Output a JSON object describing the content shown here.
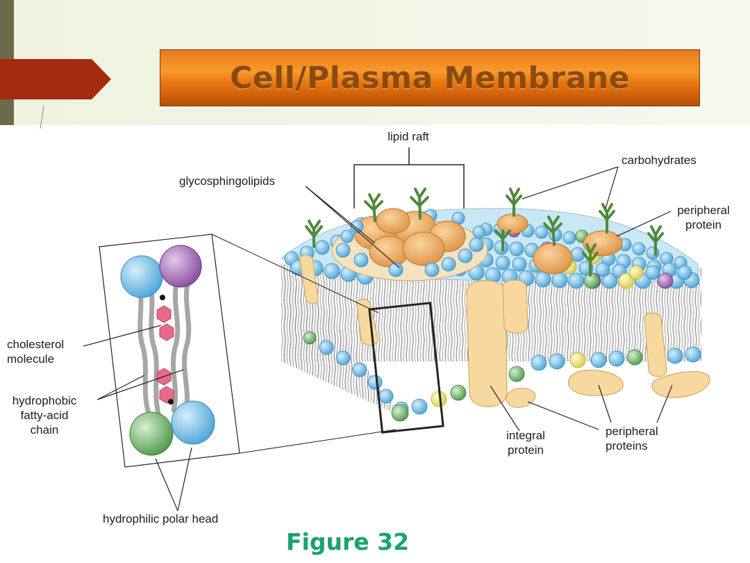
{
  "slide": {
    "title": "Cell/Plasma Membrane",
    "caption": "Figure 32"
  },
  "diagram": {
    "labels": {
      "lipid_raft": "lipid raft",
      "glycosphingolipids": "glycosphingolipids",
      "carbohydrates": "carbohydrates",
      "peripheral_protein": "peripheral\nprotein",
      "cholesterol_molecule": "cholesterol\nmolecule",
      "hydrophobic_chain": "hydrophobic\nfatty-acid\nchain",
      "integral_protein": "integral\nprotein",
      "peripheral_proteins": "peripheral\nproteins",
      "hydrophilic_head": "hydrophilic polar head"
    },
    "colors": {
      "head_blue": "#7ec3ea",
      "head_purple": "#a06bb3",
      "head_green": "#7fbf7a",
      "head_yellow": "#f2ec8a",
      "protein": "#f7d9a0",
      "raft_protein": "#f0b070",
      "carbohydrate": "#4e8a3a",
      "cholesterol": "#e76a8c",
      "title_bg": "#f08a24",
      "arrow": "#a52a10",
      "caption": "#18a36a"
    }
  }
}
